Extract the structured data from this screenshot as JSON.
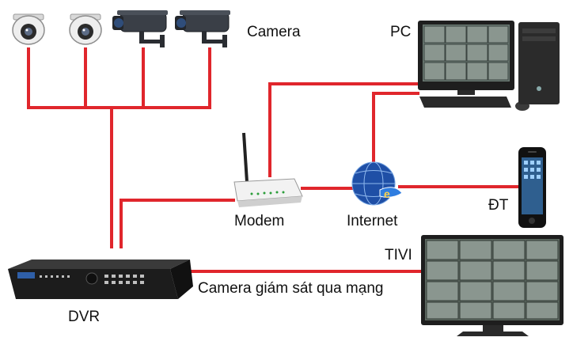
{
  "labels": {
    "camera": "Camera",
    "pc": "PC",
    "modem": "Modem",
    "internet": "Internet",
    "phone": "ĐT",
    "tv": "TIVI",
    "dvr": "DVR",
    "remote_viewing": "Camera giám sát qua mạng"
  },
  "colors": {
    "link": "#e0262c",
    "dvr_body": "#1c1c1c",
    "camera_body": "#3a3f47",
    "monitor_frame": "#1e1e1e",
    "globe": "#1f4fa6",
    "router": "#f2f2f2"
  },
  "icons": {
    "camera_dome": "dome-camera-icon",
    "camera_bullet": "bullet-camera-icon",
    "pc": "desktop-computer-icon",
    "modem": "wifi-router-icon",
    "internet": "globe-icon",
    "phone": "smartphone-icon",
    "tv": "television-icon",
    "dvr": "dvr-recorder-icon"
  }
}
